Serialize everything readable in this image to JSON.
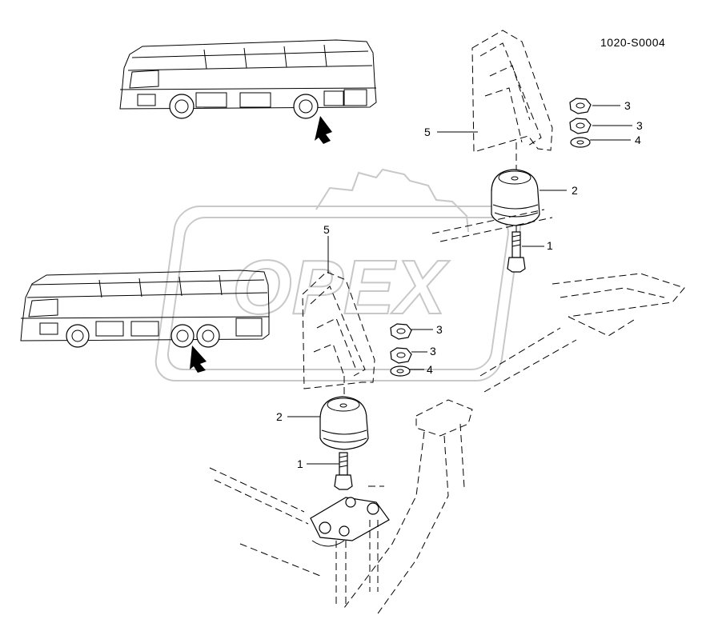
{
  "drawing": {
    "code": "1020-S0004",
    "watermark": "OPEX"
  },
  "callouts_upper": [
    {
      "ref": "5"
    },
    {
      "ref": "3"
    },
    {
      "ref": "3"
    },
    {
      "ref": "4"
    },
    {
      "ref": "2"
    },
    {
      "ref": "1"
    }
  ],
  "callouts_lower": [
    {
      "ref": "5"
    },
    {
      "ref": "3"
    },
    {
      "ref": "3"
    },
    {
      "ref": "4"
    },
    {
      "ref": "2"
    },
    {
      "ref": "1"
    }
  ]
}
